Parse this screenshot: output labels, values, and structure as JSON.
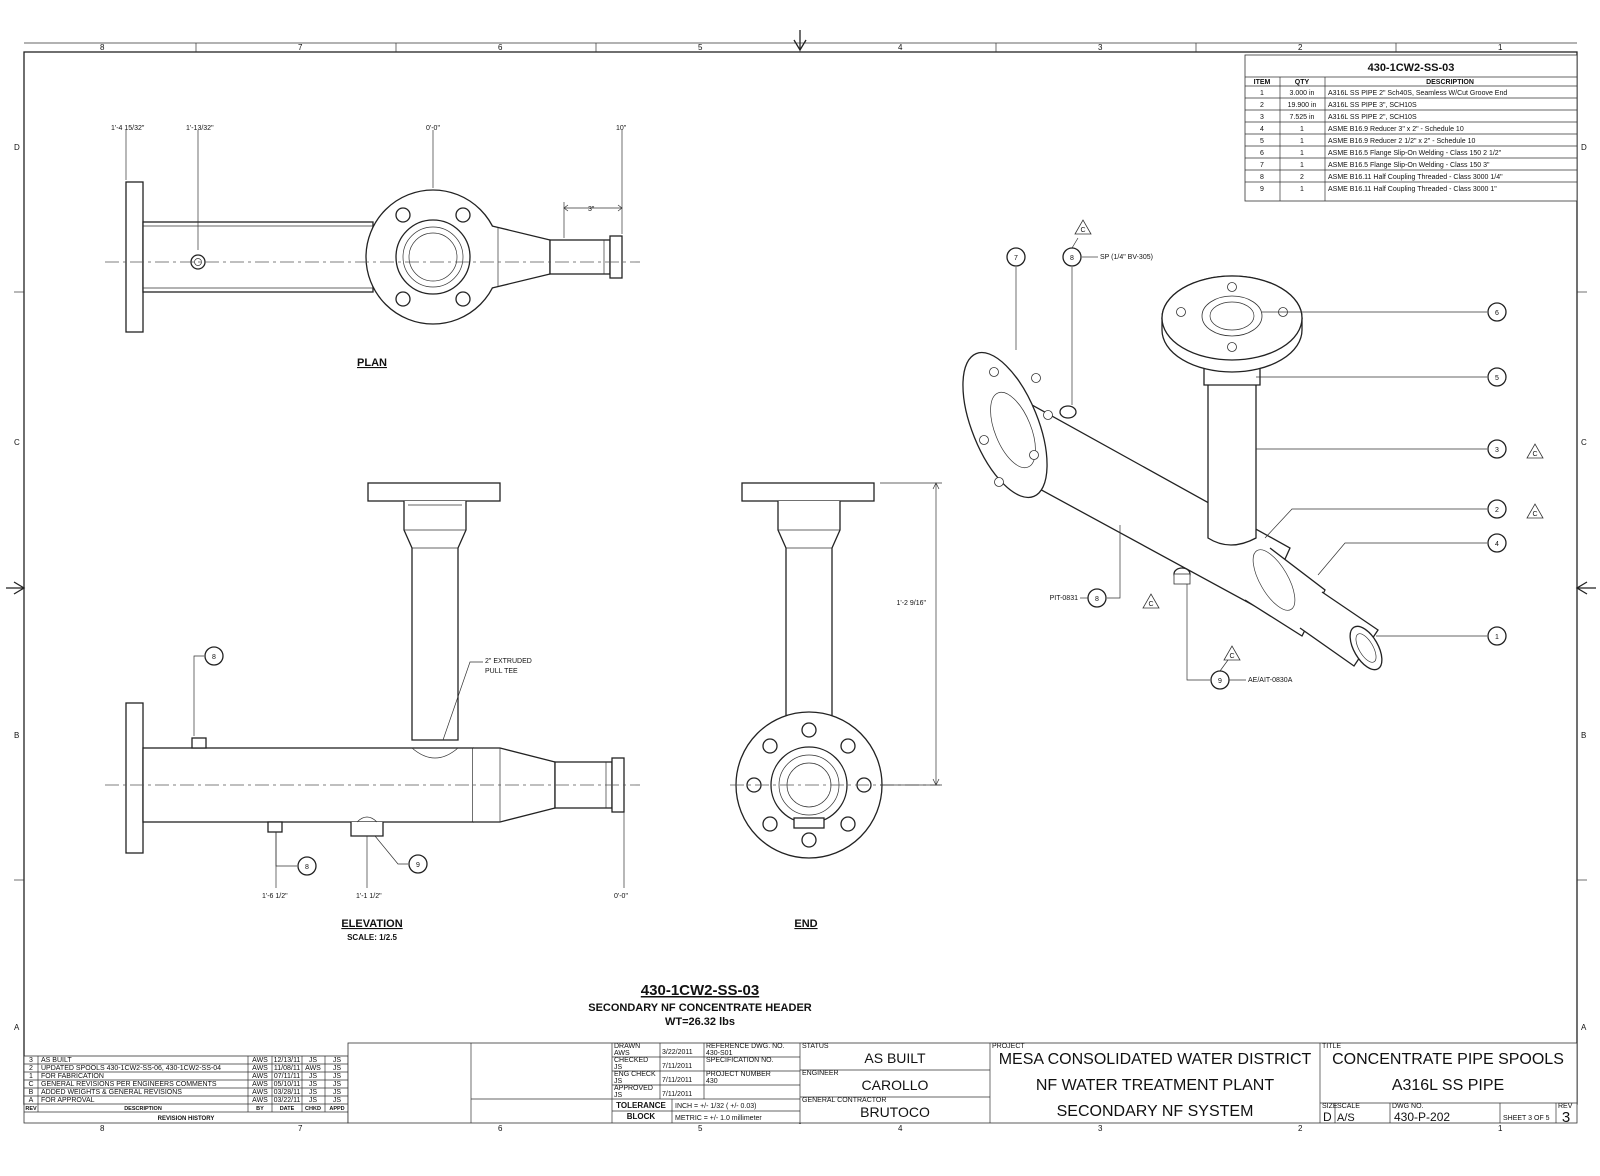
{
  "zones": {
    "top": [
      "8",
      "7",
      "6",
      "5",
      "4",
      "3",
      "2",
      "1"
    ],
    "bottom": [
      "8",
      "7",
      "6",
      "5",
      "4",
      "3",
      "2",
      "1"
    ],
    "left": [
      "D",
      "C",
      "B",
      "A"
    ],
    "right": [
      "D",
      "C",
      "B",
      "A"
    ]
  },
  "bom": {
    "title": "430-1CW2-SS-03",
    "headers": [
      "ITEM",
      "QTY",
      "DESCRIPTION"
    ],
    "rows": [
      [
        "1",
        "3.000 in",
        "A316L SS PIPE 2\" Sch40S, Seamless W/Cut Groove End"
      ],
      [
        "2",
        "19.900 in",
        "A316L SS PIPE 3\", SCH10S"
      ],
      [
        "3",
        "7.525 in",
        "A316L SS PIPE 2\", SCH10S"
      ],
      [
        "4",
        "1",
        "ASME B16.9 Reducer 3\" x 2\" - Schedule 10"
      ],
      [
        "5",
        "1",
        "ASME B16.9 Reducer 2 1/2\" x 2\" - Schedule 10"
      ],
      [
        "6",
        "1",
        "ASME B16.5 Flange Slip-On Welding - Class 150 2 1/2\""
      ],
      [
        "7",
        "1",
        "ASME B16.5 Flange Slip-On Welding - Class 150 3\""
      ],
      [
        "8",
        "2",
        "ASME B16.11 Half Coupling Threaded - Class 3000 1/4\""
      ],
      [
        "9",
        "1",
        "ASME B16.11 Half Coupling Threaded - Class 3000 1\""
      ]
    ]
  },
  "plan": {
    "label": "PLAN",
    "dims": [
      "1'-4 15/32\"",
      "1'-13/32\"",
      "0'-0\"",
      "10\"",
      "3\""
    ]
  },
  "elevation": {
    "label": "ELEVATION",
    "scale": "SCALE: 1/2.5",
    "note_line1": "2\" EXTRUDED",
    "note_line2": "PULL TEE",
    "dims": [
      "1'-6 1/2\"",
      "1'-1 1/2\"",
      "0'-0\""
    ],
    "balloons": [
      "8",
      "8",
      "9"
    ]
  },
  "end_view": {
    "label": "END",
    "dim": "1'-2 9/16\""
  },
  "iso": {
    "balloons": [
      "7",
      "8",
      "6",
      "5",
      "3",
      "2",
      "4",
      "1",
      "8",
      "9"
    ],
    "rev_tag": "C",
    "note_sp": "SP (1/4\" BV-305)",
    "note_pit": "PIT-0831",
    "note_ae": "AE/AIT-0830A"
  },
  "title_main": "430-1CW2-SS-03",
  "title_sub": "SECONDARY NF CONCENTRATE HEADER",
  "title_wt": "WT=26.32 lbs",
  "revision_history": {
    "title": "REVISION HISTORY",
    "headers": [
      "REV",
      "DESCRIPTION",
      "BY",
      "DATE",
      "CHKD",
      "APPD"
    ],
    "rows": [
      [
        "3",
        "AS BUILT",
        "AWS",
        "12/13/11",
        "JS",
        "JS"
      ],
      [
        "2",
        "UPDATED SPOOLS 430-1CW2-SS-06, 430-1CW2-SS-04",
        "AWS",
        "11/08/11",
        "AWS",
        "JS"
      ],
      [
        "1",
        "FOR FABRICATION",
        "AWS",
        "07/11/11",
        "JS",
        "JS"
      ],
      [
        "C",
        "GENERAL REVISIONS PER ENGINEERS COMMENTS",
        "AWS",
        "05/10/11",
        "JS",
        "JS"
      ],
      [
        "B",
        "ADDED WEIGHTS & GENERAL REVISIONS",
        "AWS",
        "03/28/11",
        "JS",
        "JS"
      ],
      [
        "A",
        "FOR APPROVAL",
        "AWS",
        "03/22/11",
        "JS",
        "JS"
      ]
    ]
  },
  "title_block": {
    "drawn_label": "DRAWN",
    "drawn_by": "AWS",
    "drawn_date": "3/22/2011",
    "chk_label": "CHECKED",
    "chk_by": "JS",
    "chk_date": "7/11/2011",
    "eng_label": "ENG CHECK",
    "eng_by": "JS",
    "eng_date": "7/11/2011",
    "appr_label": "APPROVED",
    "appr_by": "JS",
    "appr_date": "7/11/2011",
    "ref_label": "REFERENCE DWG. NO.",
    "ref_value": "430-S01",
    "spec_label": "SPECIFICATION NO.",
    "job_label": "PROJECT NUMBER",
    "job_value": "430",
    "tolerance_1": "TOLERANCE",
    "tolerance_2": "BLOCK",
    "tol_inch": "INCH = +/- 1/32 ( +/- 0.03)",
    "tol_metric": "METRIC = +/- 1.0 millimeter",
    "status_label": "STATUS",
    "status": "AS BUILT",
    "engineer_label": "ENGINEER",
    "engineer": "CAROLLO",
    "contractor_label": "GENERAL CONTRACTOR",
    "contractor": "BRUTOCO",
    "project_label": "PROJECT",
    "project_1": "MESA CONSOLIDATED WATER DISTRICT",
    "project_2": "NF WATER TREATMENT PLANT",
    "project_3": "SECONDARY NF SYSTEM",
    "title_label": "TITLE",
    "title_1": "CONCENTRATE PIPE SPOOLS",
    "title_2": "A316L SS PIPE",
    "size_label": "SIZE",
    "size": "D",
    "scale_label": "SCALE",
    "scale": "A/S",
    "dwg_label": "DWG NO.",
    "dwg_no": "430-P-202",
    "sheet_text": "SHEET 3 OF 5",
    "rev_label": "REV",
    "rev": "3"
  }
}
